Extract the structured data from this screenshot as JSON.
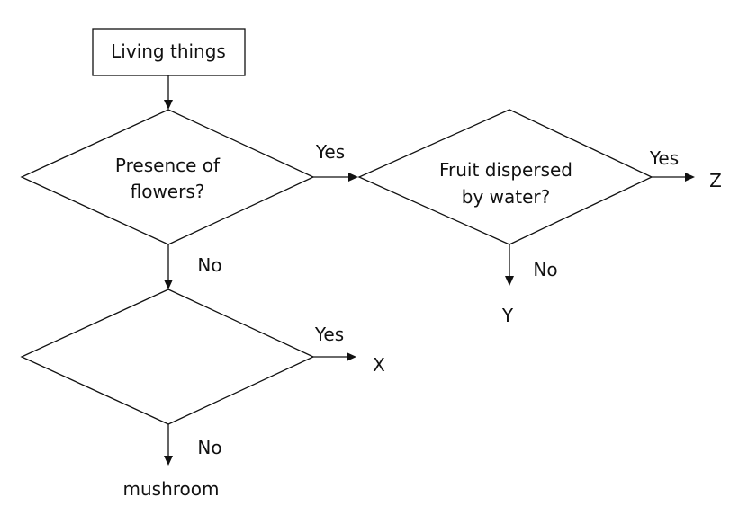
{
  "diagram": {
    "start": {
      "label": "Living things"
    },
    "decisions": {
      "flowers": {
        "lines": [
          "Presence of",
          "flowers?"
        ]
      },
      "water": {
        "lines": [
          "Fruit dispersed",
          "by water?"
        ]
      },
      "third": {
        "lines": []
      }
    },
    "edges": {
      "yes": "Yes",
      "no": "No"
    },
    "outcomes": {
      "z": "Z",
      "y": "Y",
      "x": "X",
      "mushroom": "mushroom"
    },
    "colors": {
      "stroke": "#111111",
      "fill": "#ffffff"
    }
  }
}
